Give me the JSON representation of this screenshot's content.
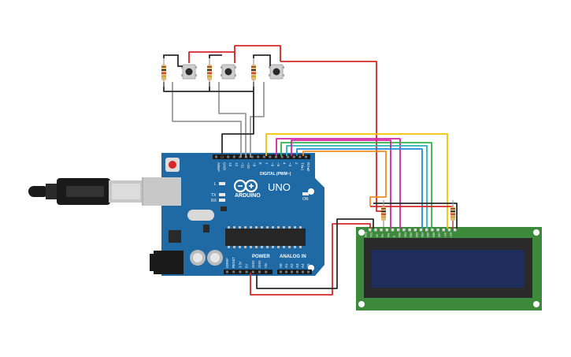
{
  "board": {
    "brand": "ARDUINO",
    "model": "UNO",
    "digital_header": "DIGITAL (PWM~)",
    "power_header": "POWER",
    "analog_header": "ANALOG IN",
    "led_l": "L",
    "led_tx": "TX",
    "led_rx": "RX",
    "on_label": "ON",
    "digital_pins": [
      "AREF",
      "GND",
      "13",
      "12",
      "~11",
      "~10",
      "~9",
      "8",
      "7",
      "~6",
      "~5",
      "4",
      "~3",
      "2",
      "TX▸1",
      "RX◂0"
    ],
    "power_pins": [
      "IOREF",
      "RESET",
      "3.3V",
      "5V",
      "GND",
      "GND",
      "Vin"
    ],
    "analog_pins": [
      "A0",
      "A1",
      "A2",
      "A3",
      "A4",
      "A5"
    ]
  },
  "lcd": {
    "pins": [
      "GND",
      "VCC",
      "V0",
      "RS",
      "RW",
      "E",
      "DB0",
      "DB1",
      "DB2",
      "DB3",
      "DB4",
      "DB5",
      "DB6",
      "DB7",
      "LED",
      "LED"
    ]
  },
  "colors": {
    "board": "#1f6aa5",
    "lcd_pcb": "#3d8a3d",
    "lcd_screen": "#1f2d5c",
    "wire_red": "#d62728",
    "wire_black": "#2b2b2b",
    "wire_gray": "#9a9a9a",
    "wire_yellow": "#f2c200",
    "wire_magenta": "#d6249f",
    "wire_green": "#35b24a",
    "wire_teal": "#2bb5b5",
    "wire_blue": "#1f8fd6",
    "wire_orange": "#f28c28"
  },
  "icons": {
    "usb": "usb-cable-icon",
    "logo": "arduino-infinity-logo-icon"
  }
}
